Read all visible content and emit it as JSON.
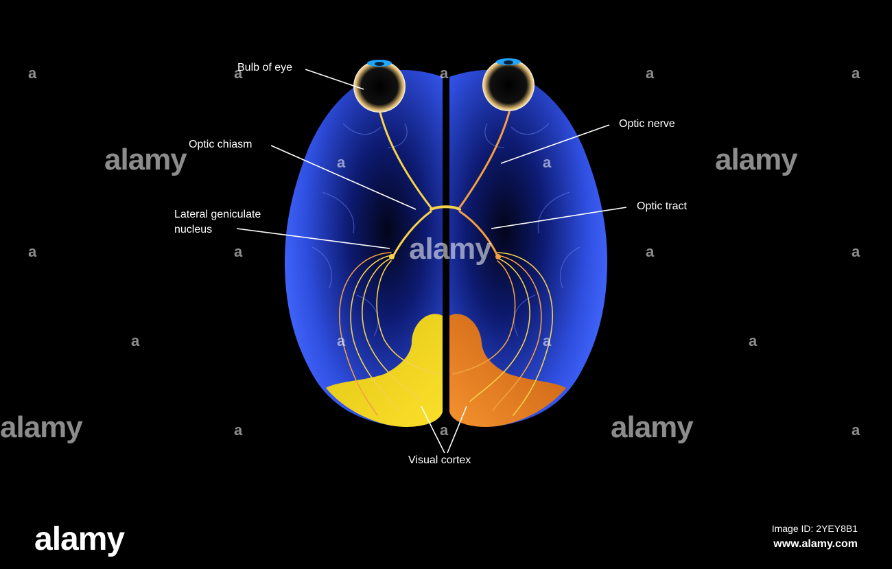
{
  "labels": {
    "bulb_of_eye": "Bulb of eye",
    "optic_nerve": "Optic nerve",
    "optic_chiasm": "Optic chiasm",
    "optic_tract": "Optic tract",
    "lgn_line1": "Lateral geniculate",
    "lgn_line2": "nucleus",
    "visual_cortex": "Visual cortex"
  },
  "colors": {
    "background": "#000000",
    "brain": "#3a5cf0",
    "left_cortex": "#f2d21c",
    "right_cortex": "#f08a2a",
    "nerve_left": "#f7d24a",
    "nerve_right": "#f4a040",
    "leader_line": "#ffffff"
  },
  "watermark": {
    "word": "alamy",
    "small": "a"
  },
  "footer": {
    "logo": "alamy",
    "image_id": "Image ID: 2YEY8B1",
    "url": "www.alamy.com"
  }
}
